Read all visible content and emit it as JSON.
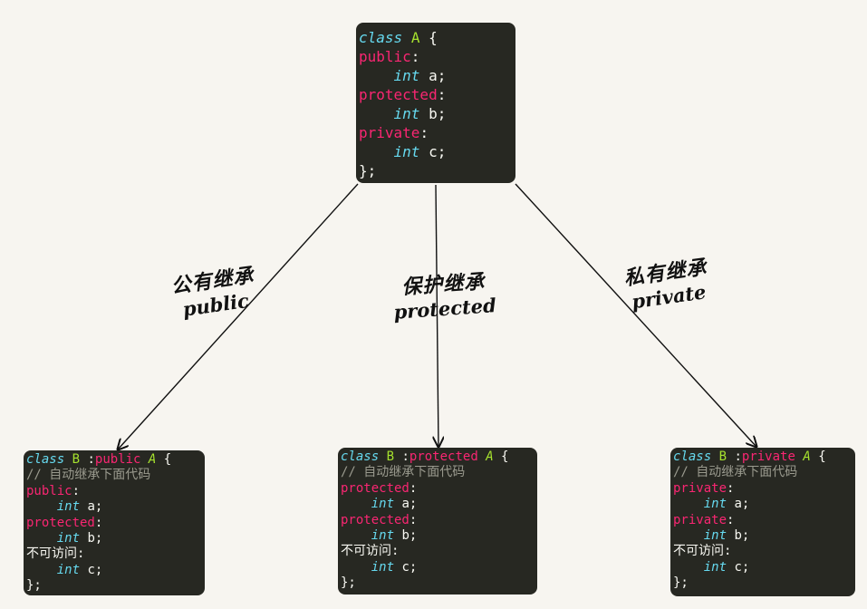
{
  "class_a": {
    "lines": [
      [
        {
          "t": "class",
          "c": "kw"
        },
        {
          "t": " ",
          "c": "plain"
        },
        {
          "t": "A",
          "c": "cls"
        },
        {
          "t": " {",
          "c": "plain"
        }
      ],
      [
        {
          "t": "public",
          "c": "acc"
        },
        {
          "t": ":",
          "c": "plain"
        }
      ],
      [
        {
          "t": "    ",
          "c": "plain"
        },
        {
          "t": "int",
          "c": "typ"
        },
        {
          "t": " a;",
          "c": "plain"
        }
      ],
      [
        {
          "t": "protected",
          "c": "acc"
        },
        {
          "t": ":",
          "c": "plain"
        }
      ],
      [
        {
          "t": "    ",
          "c": "plain"
        },
        {
          "t": "int",
          "c": "typ"
        },
        {
          "t": " b;",
          "c": "plain"
        }
      ],
      [
        {
          "t": "private",
          "c": "acc"
        },
        {
          "t": ":",
          "c": "plain"
        }
      ],
      [
        {
          "t": "    ",
          "c": "plain"
        },
        {
          "t": "int",
          "c": "typ"
        },
        {
          "t": " c;",
          "c": "plain"
        }
      ],
      [
        {
          "t": "};",
          "c": "plain"
        }
      ]
    ]
  },
  "class_b_public": {
    "lines": [
      [
        {
          "t": "class",
          "c": "kw"
        },
        {
          "t": " ",
          "c": "plain"
        },
        {
          "t": "B",
          "c": "cls"
        },
        {
          "t": " :",
          "c": "plain"
        },
        {
          "t": "public",
          "c": "acc"
        },
        {
          "t": " ",
          "c": "plain"
        },
        {
          "t": "A",
          "c": "cls kw"
        },
        {
          "t": " {",
          "c": "plain"
        }
      ],
      [
        {
          "t": "// 自动继承下面代码",
          "c": "cmt"
        }
      ],
      [
        {
          "t": "public",
          "c": "acc"
        },
        {
          "t": ":",
          "c": "plain"
        }
      ],
      [
        {
          "t": "    ",
          "c": "plain"
        },
        {
          "t": "int",
          "c": "typ"
        },
        {
          "t": " a;",
          "c": "plain"
        }
      ],
      [
        {
          "t": "protected",
          "c": "acc"
        },
        {
          "t": ":",
          "c": "plain"
        }
      ],
      [
        {
          "t": "    ",
          "c": "plain"
        },
        {
          "t": "int",
          "c": "typ"
        },
        {
          "t": " b;",
          "c": "plain"
        }
      ],
      [
        {
          "t": "不可访问:",
          "c": "plain"
        }
      ],
      [
        {
          "t": "    ",
          "c": "plain"
        },
        {
          "t": "int",
          "c": "typ"
        },
        {
          "t": " c;",
          "c": "plain"
        }
      ],
      [
        {
          "t": "};",
          "c": "plain"
        }
      ]
    ]
  },
  "class_b_protected": {
    "lines": [
      [
        {
          "t": "class",
          "c": "kw"
        },
        {
          "t": " ",
          "c": "plain"
        },
        {
          "t": "B",
          "c": "cls"
        },
        {
          "t": " :",
          "c": "plain"
        },
        {
          "t": "protected",
          "c": "acc"
        },
        {
          "t": " ",
          "c": "plain"
        },
        {
          "t": "A",
          "c": "cls kw"
        },
        {
          "t": " {",
          "c": "plain"
        }
      ],
      [
        {
          "t": "// 自动继承下面代码",
          "c": "cmt"
        }
      ],
      [
        {
          "t": "protected",
          "c": "acc"
        },
        {
          "t": ":",
          "c": "plain"
        }
      ],
      [
        {
          "t": "    ",
          "c": "plain"
        },
        {
          "t": "int",
          "c": "typ"
        },
        {
          "t": " a;",
          "c": "plain"
        }
      ],
      [
        {
          "t": "protected",
          "c": "acc"
        },
        {
          "t": ":",
          "c": "plain"
        }
      ],
      [
        {
          "t": "    ",
          "c": "plain"
        },
        {
          "t": "int",
          "c": "typ"
        },
        {
          "t": " b;",
          "c": "plain"
        }
      ],
      [
        {
          "t": "不可访问:",
          "c": "plain"
        }
      ],
      [
        {
          "t": "    ",
          "c": "plain"
        },
        {
          "t": "int",
          "c": "typ"
        },
        {
          "t": " c;",
          "c": "plain"
        }
      ],
      [
        {
          "t": "};",
          "c": "plain"
        }
      ]
    ]
  },
  "class_b_private": {
    "lines": [
      [
        {
          "t": "class",
          "c": "kw"
        },
        {
          "t": " ",
          "c": "plain"
        },
        {
          "t": "B",
          "c": "cls"
        },
        {
          "t": " :",
          "c": "plain"
        },
        {
          "t": "private",
          "c": "acc"
        },
        {
          "t": " ",
          "c": "plain"
        },
        {
          "t": "A",
          "c": "cls kw"
        },
        {
          "t": " {",
          "c": "plain"
        }
      ],
      [
        {
          "t": "// 自动继承下面代码",
          "c": "cmt"
        }
      ],
      [
        {
          "t": "private",
          "c": "acc"
        },
        {
          "t": ":",
          "c": "plain"
        }
      ],
      [
        {
          "t": "    ",
          "c": "plain"
        },
        {
          "t": "int",
          "c": "typ"
        },
        {
          "t": " a;",
          "c": "plain"
        }
      ],
      [
        {
          "t": "private",
          "c": "acc"
        },
        {
          "t": ":",
          "c": "plain"
        }
      ],
      [
        {
          "t": "    ",
          "c": "plain"
        },
        {
          "t": "int",
          "c": "typ"
        },
        {
          "t": " b;",
          "c": "plain"
        }
      ],
      [
        {
          "t": "不可访问:",
          "c": "plain"
        }
      ],
      [
        {
          "t": "    ",
          "c": "plain"
        },
        {
          "t": "int",
          "c": "typ"
        },
        {
          "t": " c;",
          "c": "plain"
        }
      ],
      [
        {
          "t": "};",
          "c": "plain"
        }
      ]
    ]
  },
  "labels": {
    "public": {
      "zh": "公有继承",
      "en": "public"
    },
    "protected": {
      "zh": "保护继承",
      "en": "protected"
    },
    "private": {
      "zh": "私有继承",
      "en": "private"
    }
  },
  "colors": {
    "code_bg": "#272822",
    "keyword": "#66d9ef",
    "class_name": "#a6e22e",
    "access": "#f92672",
    "comment": "#9a9a8e",
    "text": "#f8f8f2",
    "arrow": "#111111"
  }
}
